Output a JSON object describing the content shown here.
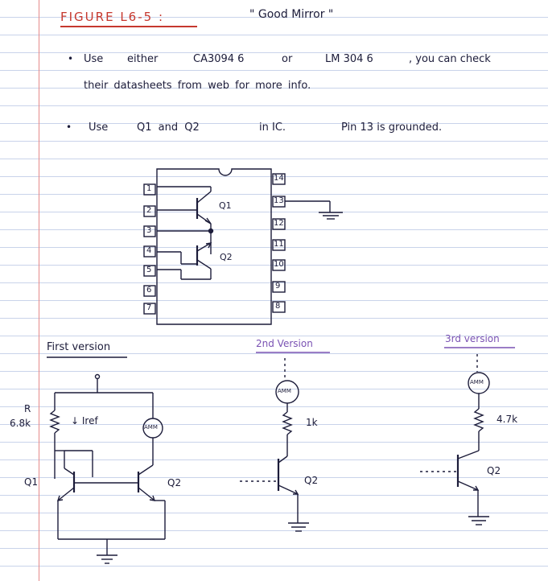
{
  "header": {
    "figure_label": "FIGURE L6-5 :",
    "subtitle": "\" Good Mirror \""
  },
  "notes": {
    "bullet1_line1_a": "Use",
    "bullet1_line1_b": "either",
    "bullet1_line1_c": "CA3094 6",
    "bullet1_line1_d": "or",
    "bullet1_line1_e": "LM 304 6",
    "bullet1_line1_f": ", you can check",
    "bullet1_line2": "their  datasheets   from web  for more info.",
    "bullet2_a": "Use",
    "bullet2_b": "Q1  and  Q2",
    "bullet2_c": "in  IC.",
    "bullet2_d": "Pin 13 is grounded."
  },
  "ic": {
    "left_pins": [
      "1",
      "2",
      "3",
      "4",
      "5",
      "6",
      "7"
    ],
    "right_pins": [
      "14",
      "13",
      "12",
      "11",
      "10",
      "9",
      "8"
    ],
    "q1_label": "Q1",
    "q2_label": "Q2"
  },
  "versions": {
    "first": {
      "heading": "First version",
      "r_label": "R",
      "r_value": "6.8k",
      "iref_label": "↓ Iref",
      "ammeter": "AMM",
      "q1": "Q1",
      "q2": "Q2"
    },
    "second": {
      "heading": "2nd Version",
      "ammeter": "AMM",
      "resistor": "1k",
      "q": "Q2"
    },
    "third": {
      "heading": "3rd version",
      "ammeter": "AMM",
      "resistor": "4.7k",
      "q": "Q2"
    }
  },
  "colors": {
    "ink": "#1c1c3a",
    "title_red": "#c6382e",
    "version_purple": "#7a52b3",
    "ruled_line": "#c9d3ea",
    "margin_line": "#e58a8a"
  }
}
